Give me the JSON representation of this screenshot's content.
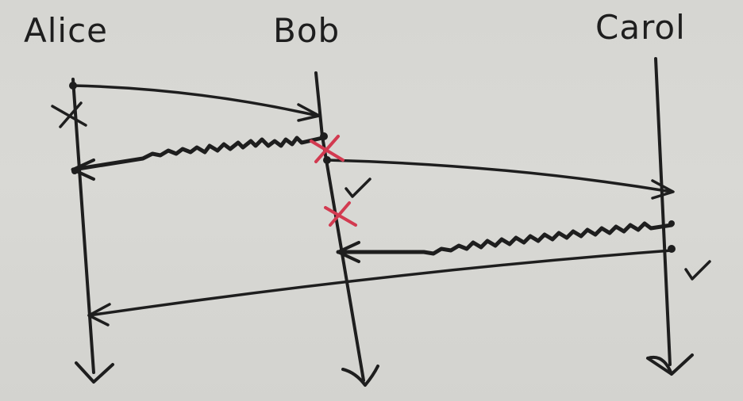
{
  "participants": {
    "alice": "Alice",
    "bob": "Bob",
    "carol": "Carol"
  },
  "colors": {
    "ink": "#1e1e1e",
    "cross_red": "#d23a50",
    "paper": "#d7d7d3"
  }
}
